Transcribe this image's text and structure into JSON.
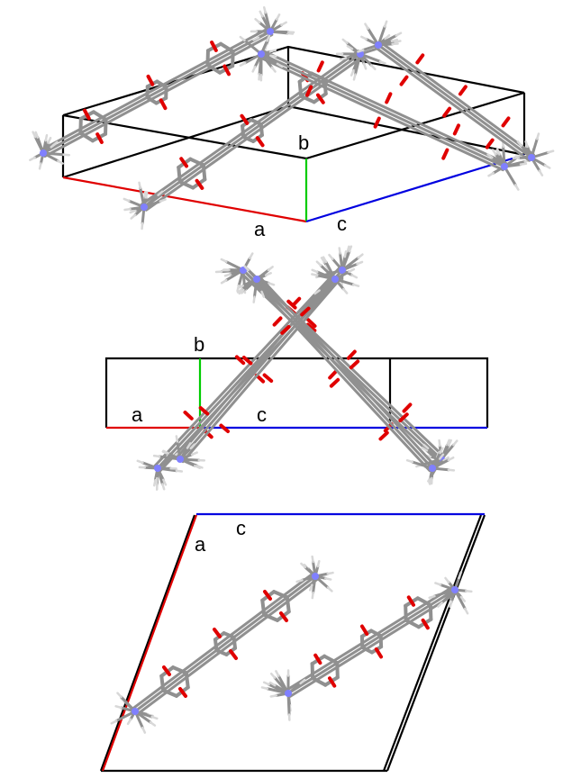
{
  "panels": [
    {
      "id": "perspective-view",
      "labels": {
        "a": "a",
        "b": "b",
        "c": "c"
      }
    },
    {
      "id": "side-view",
      "labels": {
        "a": "a",
        "b": "b",
        "c": "c"
      }
    },
    {
      "id": "top-view",
      "labels": {
        "a": "a",
        "c": "c"
      }
    }
  ],
  "axis_colors": {
    "a": "#e00000",
    "b": "#00cc00",
    "c": "#0000e0",
    "cell": "#000000"
  },
  "atom_colors": {
    "carbon": "#909090",
    "hydrogen": "#eeeeee",
    "oxygen": "#e00000",
    "nitrogen": "#8080ff"
  }
}
